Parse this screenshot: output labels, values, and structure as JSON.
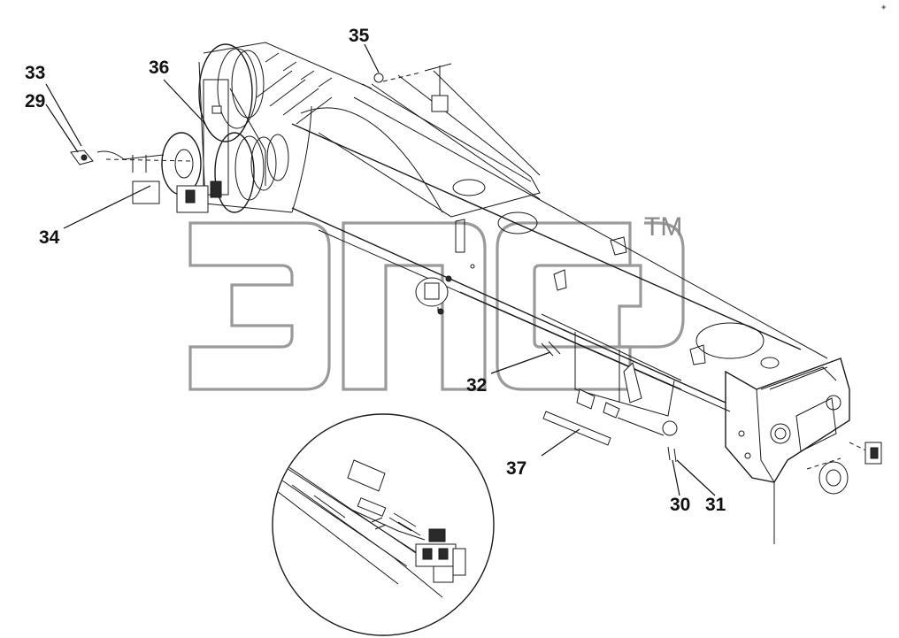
{
  "watermark": {
    "tm": "TM",
    "logo_icon": "brand-logo-outline",
    "color": "#9a9a9a"
  },
  "callouts": {
    "c33": "33",
    "c29": "29",
    "c36": "36",
    "c35": "35",
    "c34": "34",
    "c32": "32",
    "c37": "37",
    "c30": "30",
    "c31": "31"
  },
  "colors": {
    "line": "#1a1a1a",
    "background": "#ffffff"
  }
}
